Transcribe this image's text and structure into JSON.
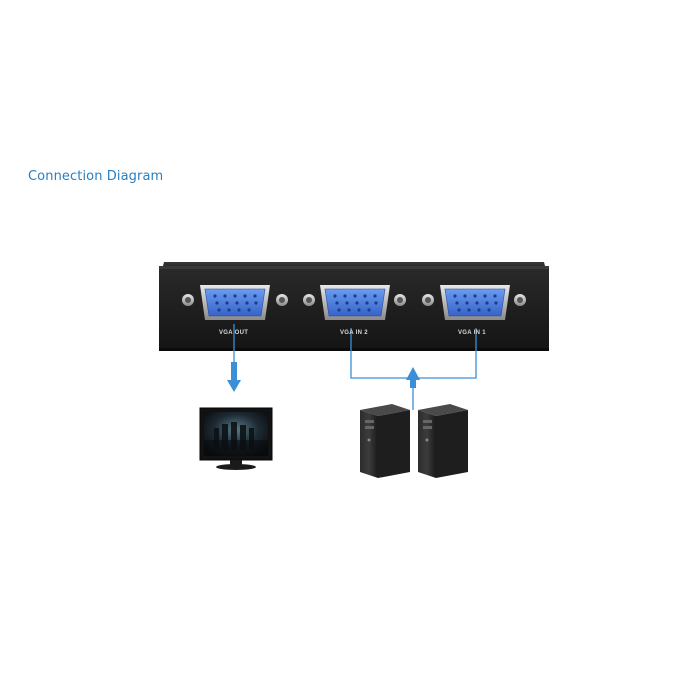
{
  "title": "Connection Diagram",
  "ports": [
    {
      "label": "VGA OUT"
    },
    {
      "label": "VGA IN 2"
    },
    {
      "label": "VGA IN 1"
    }
  ],
  "icons": [
    "vga-splitter-device",
    "monitor-icon",
    "desktop-pc-icon",
    "desktop-pc-icon"
  ],
  "colors": {
    "title": "#2a7fc0",
    "arrow": "#3a8fd6",
    "connector": "#4a7fd8",
    "device": "#1a1a1a"
  }
}
